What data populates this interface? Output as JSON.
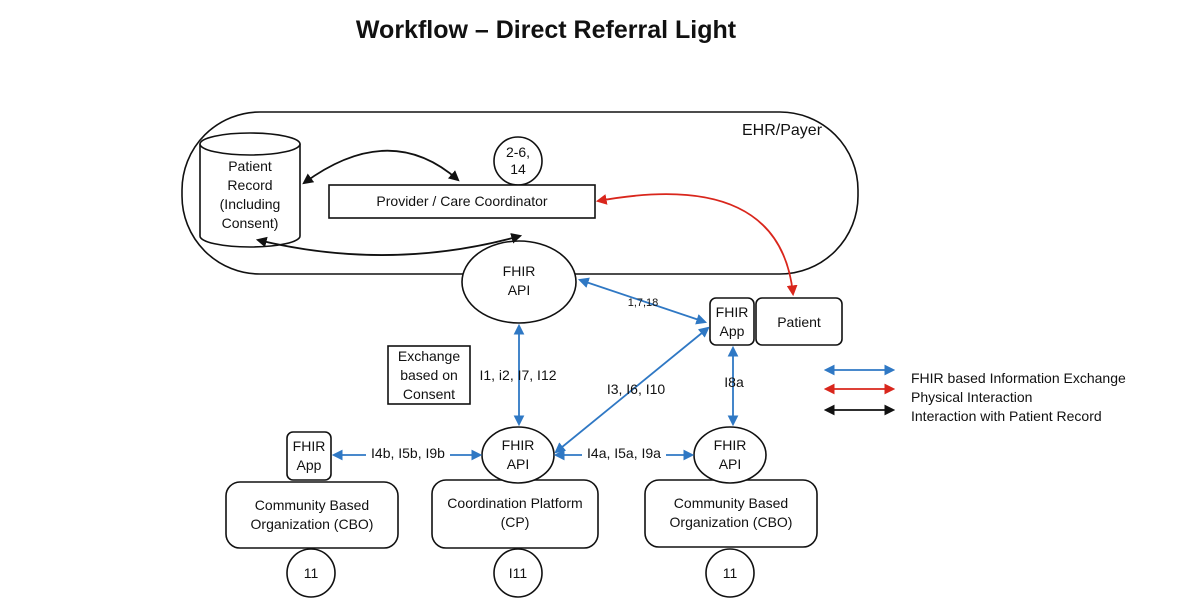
{
  "title": "Workflow – Direct Referral Light",
  "ehr_region": {
    "label": "EHR/Payer"
  },
  "patient_record": {
    "lines": [
      "Patient",
      "Record",
      "(Including",
      "Consent)"
    ]
  },
  "provider": {
    "label": "Provider / Care Coordinator"
  },
  "step_bubble_top": {
    "lines": [
      "2-6,",
      "14"
    ]
  },
  "fhir_api_ehr": {
    "lines": [
      "FHIR",
      "API"
    ]
  },
  "patient": {
    "label": "Patient",
    "app_lines": [
      "FHIR",
      "App"
    ]
  },
  "consent_note": {
    "lines": [
      "Exchange",
      "based on",
      "Consent"
    ]
  },
  "edge_labels": {
    "ehr_to_patient": "1,7,18",
    "ehr_to_cp": "I1, i2, I7, I12",
    "cp_to_patient": "I3, I6, I10",
    "patient_to_cbo_right": "I8a",
    "cbo_left_to_cp": "I4b, I5b, I9b",
    "cp_to_cbo_right": "I4a, I5a, I9a"
  },
  "cbo_left": {
    "app_lines": [
      "FHIR",
      "App"
    ],
    "lines": [
      "Community Based",
      "Organization (CBO)"
    ],
    "step": "11"
  },
  "cp": {
    "api_lines": [
      "FHIR",
      "API"
    ],
    "lines": [
      "Coordination Platform",
      "(CP)"
    ],
    "step": "I11"
  },
  "cbo_right": {
    "api_lines": [
      "FHIR",
      "API"
    ],
    "lines": [
      "Community Based",
      "Organization (CBO)"
    ],
    "step": "11"
  },
  "legend": [
    {
      "label": "FHIR based Information Exchange",
      "color": "#2f78c4"
    },
    {
      "label": "Physical Interaction",
      "color": "#d9261c"
    },
    {
      "label": "Interaction with Patient Record",
      "color": "#111111"
    }
  ]
}
